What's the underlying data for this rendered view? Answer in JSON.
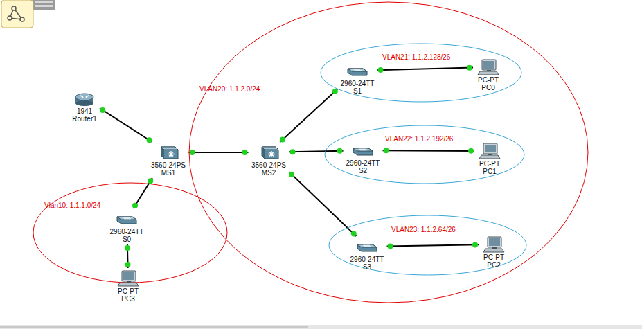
{
  "diagram": {
    "nodes": [
      {
        "text": [
          "1941",
          "Router1"
        ]
      },
      {
        "text": [
          "3560-24PS",
          "MS1"
        ]
      },
      {
        "text": [
          "VLAN20: 1.1.2.0/24"
        ]
      },
      {
        "text": [
          "3560-24PS",
          "MS2"
        ],
        "in": 2
      },
      {
        "text": [
          "VLAN21: 1.1.2.128/26"
        ],
        "in": 2
      },
      {
        "text": [
          "2960-24TT",
          "S1"
        ],
        "in": 4
      },
      {
        "text": [
          "PC-PT",
          "PC0"
        ],
        "in": 4
      },
      {
        "text": [
          "VLAN22: 1.1.2.192/26"
        ],
        "in": 2
      },
      {
        "text": [
          "2960-24TT",
          "S2"
        ],
        "in": 7
      },
      {
        "text": [
          "PC-PT",
          "PC1"
        ],
        "in": 7
      },
      {
        "text": [
          "VLAN23: 1.1.2.64/26"
        ],
        "in": 2
      },
      {
        "text": [
          "2960-24TT",
          "S3"
        ],
        "in": 10
      },
      {
        "text": [
          "PC-PT",
          "PC2"
        ],
        "in": 10
      },
      {
        "text": [
          "Vlan10: 1.1.1.0/24"
        ]
      },
      {
        "text": [
          "2960-24TT",
          "S0"
        ],
        "in": 13
      },
      {
        "text": [
          "PC-PT",
          "PC3"
        ],
        "in": 13
      }
    ],
    "edges": [
      {
        "from": 0,
        "to": 1,
        "arrow": "none"
      },
      {
        "from": 1,
        "to": 14,
        "arrow": "none"
      },
      {
        "from": 1,
        "to": 3,
        "arrow": "none"
      },
      {
        "from": 3,
        "to": 5,
        "arrow": "none"
      },
      {
        "from": 3,
        "to": 8,
        "arrow": "none"
      },
      {
        "from": 3,
        "to": 11,
        "arrow": "none"
      },
      {
        "from": 5,
        "to": 6,
        "arrow": "none"
      },
      {
        "from": 8,
        "to": 9,
        "arrow": "none"
      },
      {
        "from": 11,
        "to": 12,
        "arrow": "none"
      },
      {
        "from": 14,
        "to": 15,
        "arrow": "none"
      }
    ]
  }
}
